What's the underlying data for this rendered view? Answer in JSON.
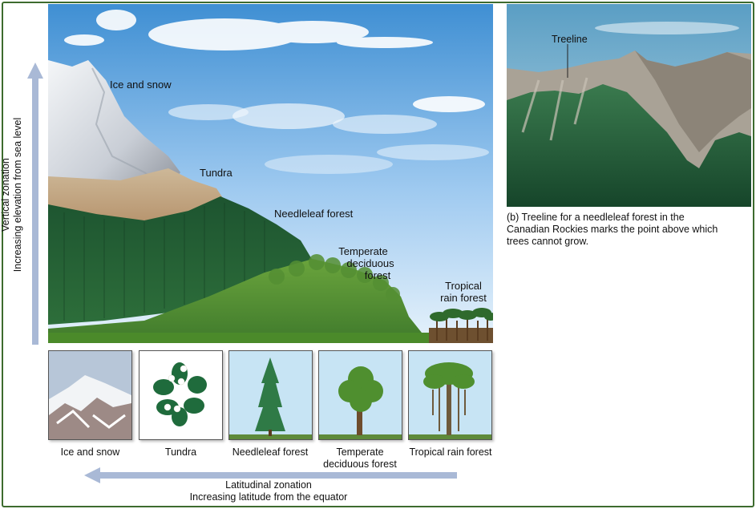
{
  "main_labels": {
    "ice_and_snow": "Ice and snow",
    "tundra": "Tundra",
    "needleleaf_forest": "Needleleaf forest",
    "temperate_deciduous_forest": [
      "Temperate",
      "deciduous",
      "forest"
    ],
    "tropical_rain_forest": [
      "Tropical",
      "rain forest"
    ]
  },
  "vertical_axis": {
    "line1": "Vertical zonation",
    "line2": "Increasing elevation from sea level"
  },
  "photo": {
    "treeline_label": "Treeline",
    "caption_lines": [
      "(b) Treeline for a needleleaf forest in the",
      "Canadian Rockies marks the point above which",
      "trees cannot grow."
    ]
  },
  "thumbnails": [
    {
      "caption": [
        "Ice and snow"
      ]
    },
    {
      "caption": [
        "Tundra"
      ]
    },
    {
      "caption": [
        "Needleleaf forest"
      ]
    },
    {
      "caption": [
        "Temperate",
        "deciduous forest"
      ]
    },
    {
      "caption": [
        "Tropical rain forest"
      ]
    }
  ],
  "horizontal_axis": {
    "line1": "Latitudinal zonation",
    "line2": "Increasing latitude from the equator"
  },
  "colors": {
    "frame": "#3d6b2e",
    "arrow": "#a9b9d6",
    "sky_top": "#4f9bd9",
    "sky_bottom": "#e3f0fa",
    "forest_dark": "#1f5a33",
    "forest_light": "#5e9a38"
  }
}
